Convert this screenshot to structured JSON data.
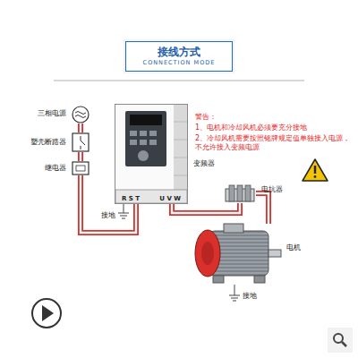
{
  "diagram": {
    "nodes": [
      {
        "text": [
          "接线方式",
          "CONNECTION MODE"
        ]
      },
      {
        "text": [
          "三相电源"
        ]
      },
      {
        "text": [
          "塑壳断路器"
        ]
      },
      {
        "text": [
          "继电器"
        ]
      },
      {
        "text": [
          "R S T",
          "U V W",
          "变频器"
        ]
      },
      {
        "text": [
          "电抗器"
        ]
      },
      {
        "text": [
          "电机"
        ]
      }
    ],
    "edges": [
      {
        "from": 1,
        "to": 2,
        "arrow": "none"
      },
      {
        "from": 2,
        "to": 3,
        "arrow": "none"
      },
      {
        "from": 3,
        "to": 4,
        "arrow": "none"
      },
      {
        "from": 4,
        "to": 5,
        "arrow": "none"
      },
      {
        "from": 5,
        "to": 6,
        "arrow": "none"
      }
    ],
    "labels": [
      "警告：",
      "1、电机和冷却风机必须要充分接地",
      "2、冷却风机需要按照铭牌规定值单独接入电源，不允许接入变频电源",
      "接地",
      "接地"
    ]
  }
}
